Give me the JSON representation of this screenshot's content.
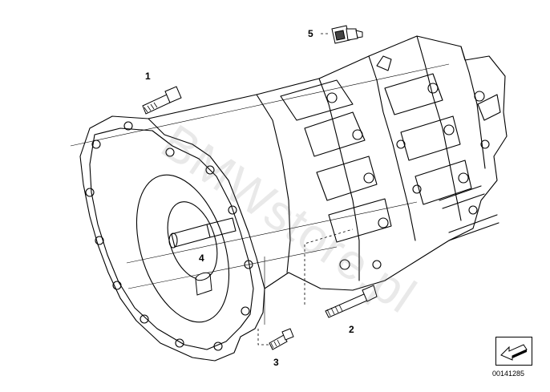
{
  "callouts": [
    {
      "id": "1",
      "label": "1"
    },
    {
      "id": "2",
      "label": "2"
    },
    {
      "id": "3",
      "label": "3"
    },
    {
      "id": "4",
      "label": "4"
    },
    {
      "id": "5",
      "label": "5"
    }
  ],
  "watermark": "BMWstore.pl",
  "reference_number": "00141285",
  "reference_icon": "arrow-icon"
}
